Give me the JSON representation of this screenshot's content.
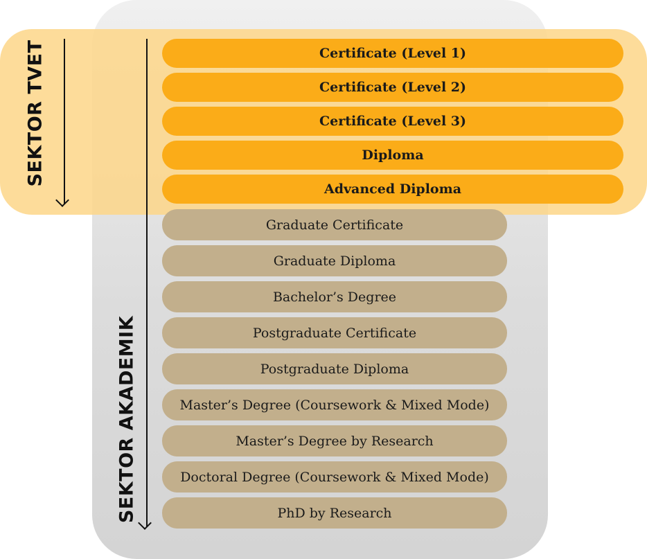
{
  "tvet": {
    "label": "SEKTOR TVET",
    "qualifications": [
      "Certificate (Level 1)",
      "Certificate (Level 2)",
      "Certificate (Level 3)",
      "Diploma",
      "Advanced Diploma"
    ]
  },
  "akademik": {
    "label": "SEKTOR AKADEMIK",
    "qualifications": [
      "Graduate Certificate",
      "Graduate Diploma",
      "Bachelor’s Degree",
      "Postgraduate Certificate",
      "Postgraduate Diploma",
      "Master’s Degree (Coursework & Mixed Mode)",
      "Master’s Degree by Research",
      "Doctoral Degree (Coursework & Mixed Mode)",
      "PhD by Research"
    ]
  },
  "colors": {
    "tvet_pill": "#fbac18",
    "tvet_panel": "#fdd689",
    "akademik_pill": "#c2af8c",
    "akademik_panel": "#dcdcdc"
  }
}
